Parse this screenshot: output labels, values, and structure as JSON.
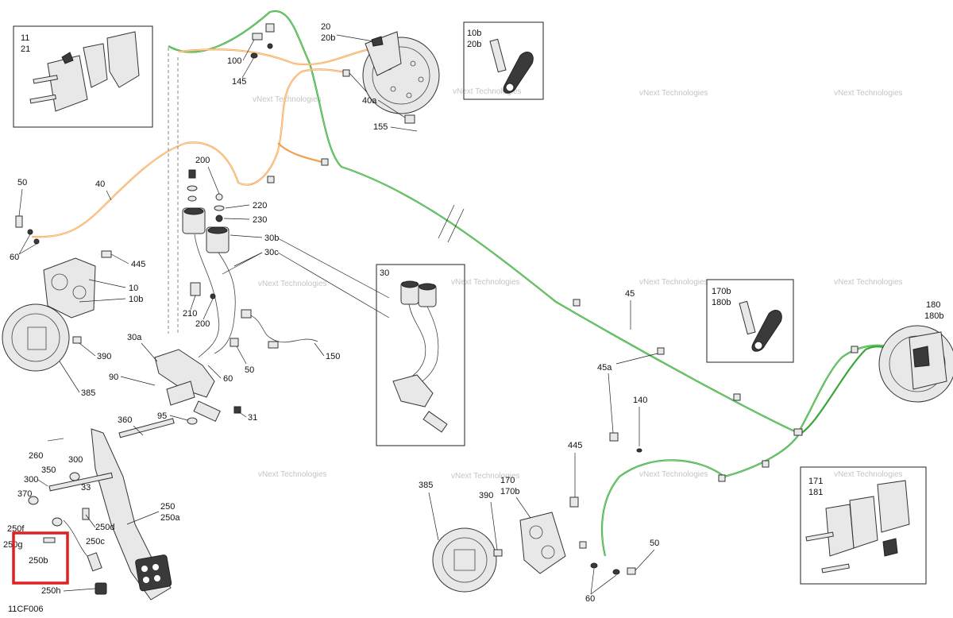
{
  "figure_code": "11CF006",
  "watermark": "vNext Technologies",
  "highlight_color": "#e02020",
  "line_colors": {
    "front_line": "#3aa63a",
    "rear_line": "#f0a050"
  },
  "callouts": {
    "c11": "11",
    "c21": "21",
    "c20": "20",
    "c20b": "20b",
    "c100": "100",
    "c145": "145",
    "c40a": "40a",
    "c155": "155",
    "c10b_box": "10b",
    "c20b_box": "20b",
    "c40": "40",
    "c50_left": "50",
    "c60_left": "60",
    "c445_left": "445",
    "c10": "10",
    "c10b": "10b",
    "c200_top": "200",
    "c220": "220",
    "c230": "230",
    "c30b": "30b",
    "c30c": "30c",
    "c30_box": "30",
    "c210": "210",
    "c200_mid": "200",
    "c390_left": "390",
    "c385_left": "385",
    "c30a": "30a",
    "c90": "90",
    "c60_mid": "60",
    "c50_mid": "50",
    "c150": "150",
    "c95": "95",
    "c31": "31",
    "c360": "360",
    "c260": "260",
    "c300_a": "300",
    "c350": "350",
    "c300_b": "300",
    "c33": "33",
    "c370": "370",
    "c250d": "250d",
    "c250": "250",
    "c250a": "250a",
    "c250c": "250c",
    "c250f": "250f",
    "c250g": "250g",
    "c250b": "250b",
    "c250h": "250h",
    "c45": "45",
    "c45a": "45a",
    "c140": "140",
    "c170b": "170b",
    "c180b_box": "180b",
    "c180": "180",
    "c180b": "180b",
    "c445_right": "445",
    "c385_right": "385",
    "c390_right": "390",
    "c170": "170",
    "c170b_bottom": "170b",
    "c50_right": "50",
    "c60_right": "60",
    "c171": "171",
    "c181": "181"
  }
}
